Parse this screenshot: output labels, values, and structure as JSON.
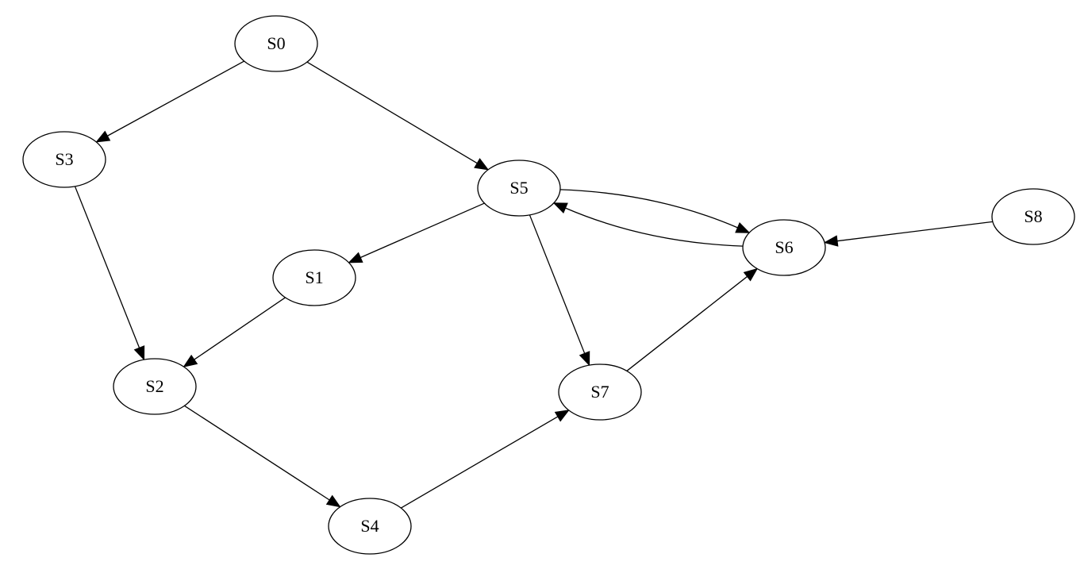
{
  "graph": {
    "type": "directed",
    "nodes": [
      {
        "id": "S0",
        "label": "S0"
      },
      {
        "id": "S1",
        "label": "S1"
      },
      {
        "id": "S2",
        "label": "S2"
      },
      {
        "id": "S3",
        "label": "S3"
      },
      {
        "id": "S4",
        "label": "S4"
      },
      {
        "id": "S5",
        "label": "S5"
      },
      {
        "id": "S6",
        "label": "S6"
      },
      {
        "id": "S7",
        "label": "S7"
      },
      {
        "id": "S8",
        "label": "S8"
      }
    ],
    "edges": [
      {
        "from": "S0",
        "to": "S3"
      },
      {
        "from": "S0",
        "to": "S5"
      },
      {
        "from": "S3",
        "to": "S2"
      },
      {
        "from": "S1",
        "to": "S2"
      },
      {
        "from": "S2",
        "to": "S4"
      },
      {
        "from": "S4",
        "to": "S7"
      },
      {
        "from": "S5",
        "to": "S1"
      },
      {
        "from": "S5",
        "to": "S7"
      },
      {
        "from": "S5",
        "to": "S6"
      },
      {
        "from": "S6",
        "to": "S5"
      },
      {
        "from": "S7",
        "to": "S6"
      },
      {
        "from": "S8",
        "to": "S6"
      }
    ],
    "colors": {
      "stroke": "#000000",
      "background": "#ffffff"
    }
  }
}
